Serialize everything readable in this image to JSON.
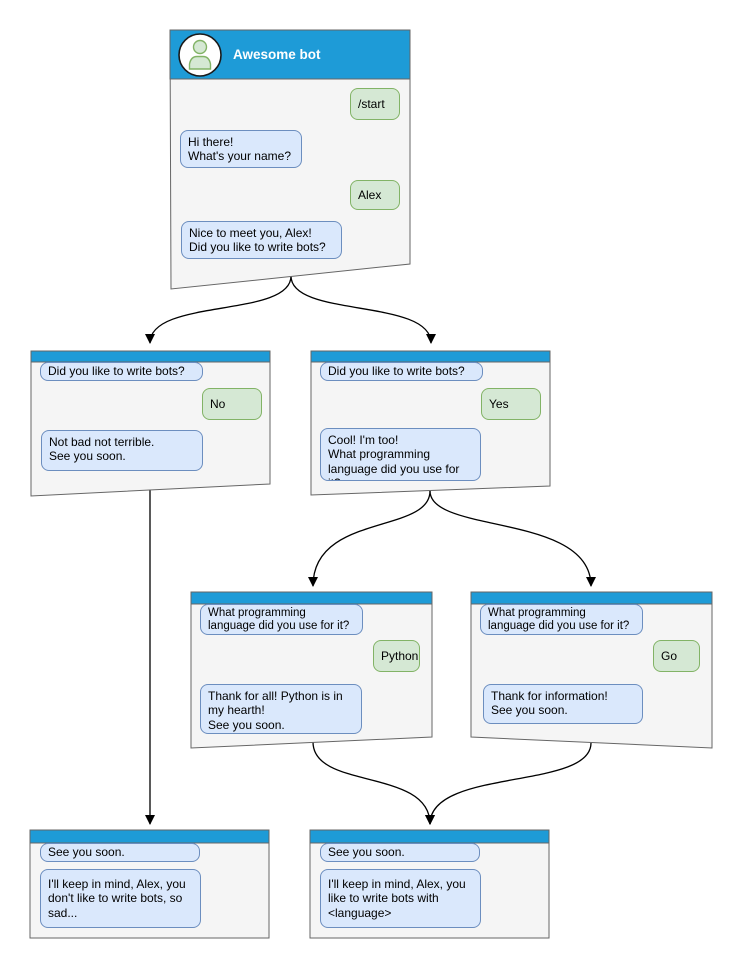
{
  "colors": {
    "header_blue": "#1E9BD7",
    "window_fill": "#F5F5F5",
    "window_border": "#666666",
    "bot_bubble_fill": "#DAE8FC",
    "bot_bubble_border": "#6C8EBF",
    "user_bubble_fill": "#D5E8D4",
    "user_bubble_border": "#82B366",
    "connector": "#000000"
  },
  "windows": {
    "main": {
      "title": "Awesome bot",
      "messages": [
        {
          "from": "user",
          "text": "/start"
        },
        {
          "from": "bot",
          "text": "Hi there!\nWhat's your name?"
        },
        {
          "from": "user",
          "text": "Alex"
        },
        {
          "from": "bot",
          "text": "Nice to meet you, Alex!\nDid you like to write bots?"
        }
      ]
    },
    "no_branch": {
      "messages": [
        {
          "from": "bot",
          "text": "Did you like to write bots?"
        },
        {
          "from": "user",
          "text": "No"
        },
        {
          "from": "bot",
          "text": "Not bad not terrible.\nSee you soon."
        }
      ]
    },
    "yes_branch": {
      "messages": [
        {
          "from": "bot",
          "text": "Did you like to write bots?"
        },
        {
          "from": "user",
          "text": "Yes"
        },
        {
          "from": "bot",
          "text": "Cool! I'm too!\nWhat programming\nlanguage did you use for it?"
        }
      ]
    },
    "python_branch": {
      "messages": [
        {
          "from": "bot",
          "text": "What programming\nlanguage did you use for it?"
        },
        {
          "from": "user",
          "text": "Python"
        },
        {
          "from": "bot",
          "text": "Thank for all! Python is in\nmy hearth!\nSee you soon."
        }
      ]
    },
    "go_branch": {
      "messages": [
        {
          "from": "bot",
          "text": "What programming\nlanguage did you use for it?"
        },
        {
          "from": "user",
          "text": "Go"
        },
        {
          "from": "bot",
          "text": "Thank for information!\nSee you soon."
        }
      ]
    },
    "end_no": {
      "messages": [
        {
          "from": "bot",
          "text": "See you soon."
        },
        {
          "from": "bot",
          "text": "I'll keep in mind, Alex, you\ndon't like to write bots, so\nsad..."
        }
      ]
    },
    "end_lang": {
      "messages": [
        {
          "from": "bot",
          "text": "See you soon."
        },
        {
          "from": "bot",
          "text": "I'll keep in mind, Alex, you\nlike to write bots with\n<language>"
        }
      ]
    }
  },
  "connections": [
    {
      "from": "main",
      "to": "no_branch"
    },
    {
      "from": "main",
      "to": "yes_branch"
    },
    {
      "from": "no_branch",
      "to": "end_no"
    },
    {
      "from": "yes_branch",
      "to": "python_branch"
    },
    {
      "from": "yes_branch",
      "to": "go_branch"
    },
    {
      "from": "python_branch",
      "to": "end_lang"
    },
    {
      "from": "go_branch",
      "to": "end_lang"
    }
  ]
}
